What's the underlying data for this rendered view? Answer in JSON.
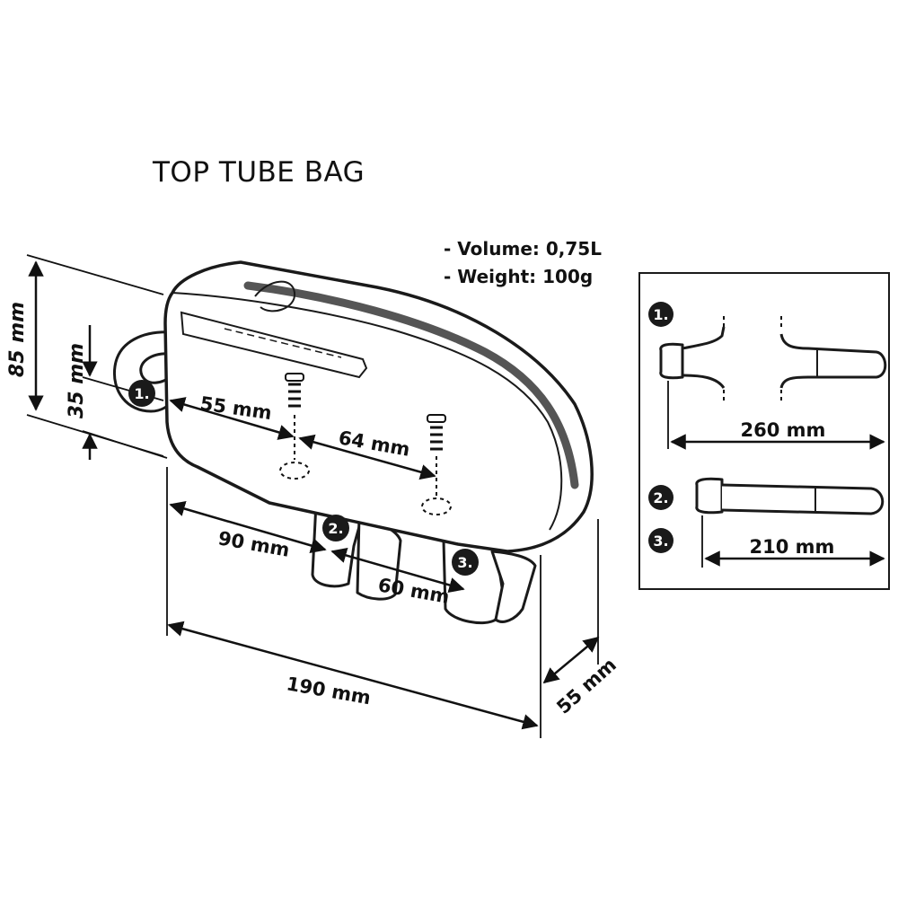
{
  "title": "TOP TUBE BAG",
  "specs": {
    "volume": "- Volume: 0,75L",
    "weight": "- Weight: 100g"
  },
  "dimensions": {
    "height_total": "85 mm",
    "height_lower": "35 mm",
    "screw_offset": "55 mm",
    "screw_spacing": "64 mm",
    "strap2_offset": "90 mm",
    "strap_spacing": "60 mm",
    "length": "190 mm",
    "width": "55 mm"
  },
  "markers": {
    "m1": "1.",
    "m2": "2.",
    "m3": "3."
  },
  "straps": {
    "strap1_label": "1.",
    "strap1_length": "260 mm",
    "strap2_label": "2.",
    "strap3_label": "3.",
    "strap23_length": "210 mm"
  },
  "icons": [
    "screw-icon",
    "velcro-strap-icon",
    "zipper-icon"
  ],
  "colors": {
    "line": "#1a1a1a",
    "marker": "#1a1a1a",
    "background": "#ffffff"
  }
}
